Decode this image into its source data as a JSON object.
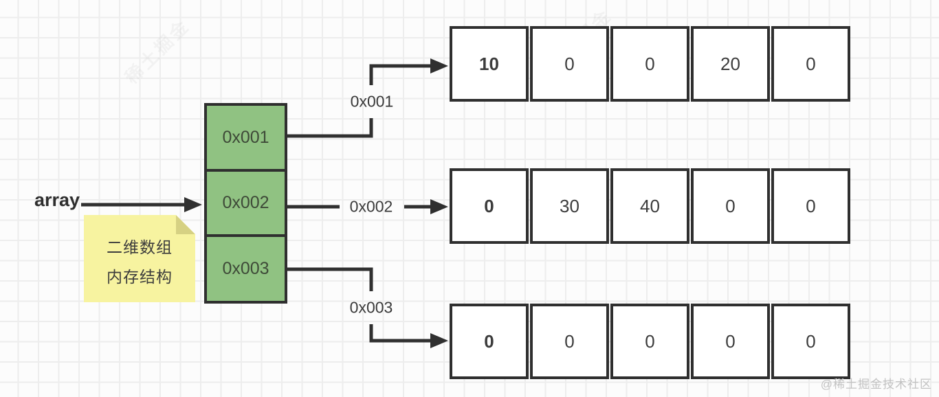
{
  "pointer_label": "array",
  "sticky_note": {
    "lines": [
      "二维数组",
      "内存结构"
    ]
  },
  "address_boxes": [
    "0x001",
    "0x002",
    "0x003"
  ],
  "arrow_labels": [
    "0x001",
    "0x002",
    "0x003"
  ],
  "rows": [
    {
      "cells": [
        "10",
        "0",
        "0",
        "20",
        "0"
      ]
    },
    {
      "cells": [
        "0",
        "30",
        "40",
        "0",
        "0"
      ]
    },
    {
      "cells": [
        "0",
        "0",
        "0",
        "0",
        "0"
      ]
    }
  ],
  "watermarks": {
    "corner": "@稀土掘金技术社区",
    "diagonal": "稀土掘金"
  },
  "colors": {
    "address_box_fill": "#90c282",
    "note_fill": "#f7f3a0",
    "note_fold": "#d6d183",
    "line": "#303030",
    "grid_line": "#ededed",
    "watermark_text": "#c2c2c2"
  }
}
